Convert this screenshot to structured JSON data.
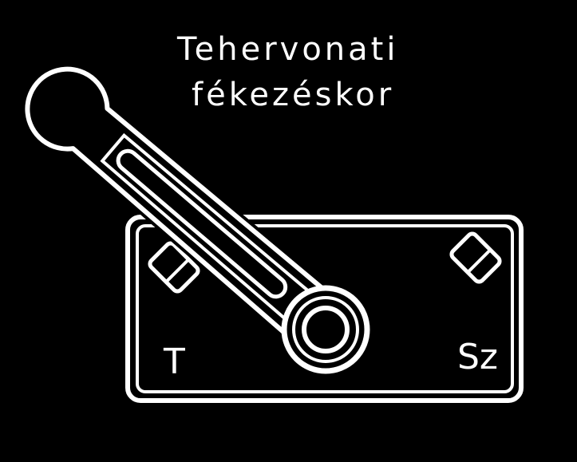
{
  "caption": {
    "line1": "Tehervonati",
    "line2": "fékezéskor"
  },
  "positions": {
    "left": "T",
    "right": "Sz"
  },
  "colors": {
    "background": "#000000",
    "lines": "#ffffff"
  }
}
